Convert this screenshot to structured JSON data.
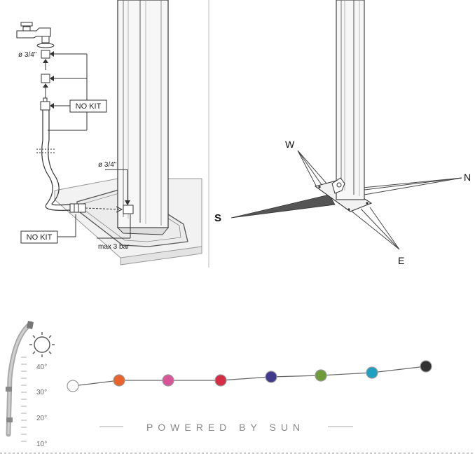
{
  "installation": {
    "pipe_diameter_top": "ø 3/4\"",
    "pipe_diameter_base": "ø 3/4\"",
    "no_kit_label_1": "NO KIT",
    "no_kit_label_2": "NO KIT",
    "pressure_label": "max 3 bar"
  },
  "orientation": {
    "west": "W",
    "north": "N",
    "south": "S",
    "east": "E"
  },
  "solar": {
    "temperatures": [
      "40°",
      "30°",
      "20°",
      "10°"
    ],
    "tagline": "POWERED BY SUN",
    "dots": [
      {
        "color": "#ffffff",
        "name": "white"
      },
      {
        "color": "#e8642c",
        "name": "orange"
      },
      {
        "color": "#d9559a",
        "name": "pink"
      },
      {
        "color": "#d62c46",
        "name": "red"
      },
      {
        "color": "#3f3a8c",
        "name": "blue"
      },
      {
        "color": "#6d9b3a",
        "name": "green"
      },
      {
        "color": "#1fa0c0",
        "name": "cyan"
      },
      {
        "color": "#333333",
        "name": "black"
      }
    ]
  }
}
